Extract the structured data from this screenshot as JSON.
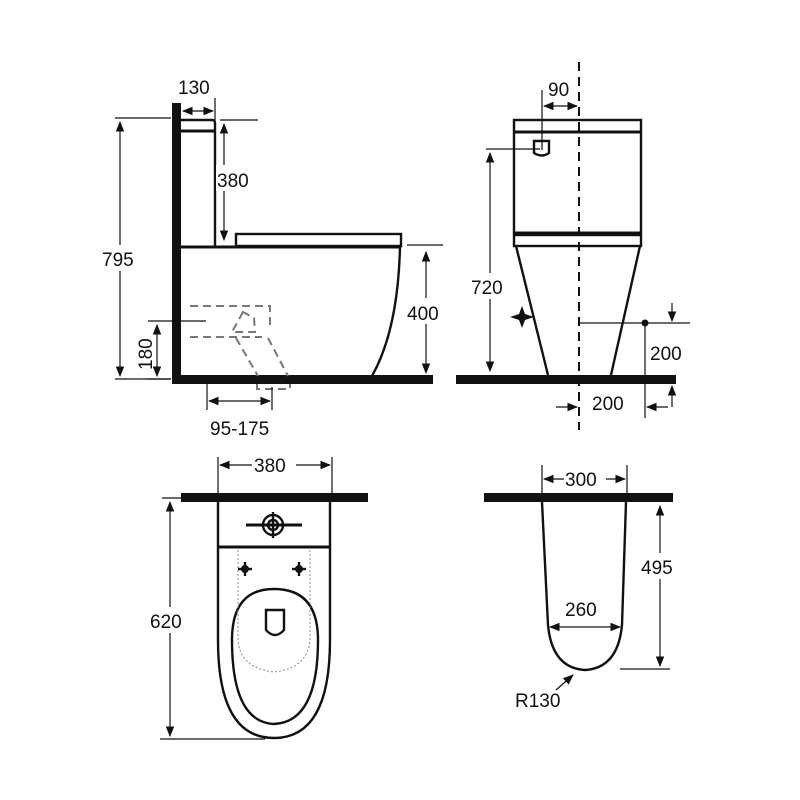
{
  "diagram": {
    "type": "technical-dimension-drawing",
    "subject": "close-coupled toilet with cistern",
    "units": "mm",
    "colors": {
      "line": "#111111",
      "hidden_line": "#777777",
      "background": "#ffffff"
    }
  },
  "views": {
    "side": {
      "name": "side elevation",
      "dims": {
        "wall_gap": "130",
        "cistern_height": "380",
        "total_height": "795",
        "seat_height": "400",
        "outlet_height": "180",
        "outlet_offset": "95-175"
      }
    },
    "front": {
      "name": "front elevation",
      "dims": {
        "button_offset": "90",
        "button_height": "720",
        "inlet_height": "200",
        "inlet_offset": "200"
      }
    },
    "top": {
      "name": "plan view",
      "dims": {
        "width": "380",
        "depth": "620"
      }
    },
    "footprint": {
      "name": "base footprint",
      "dims": {
        "back_width": "300",
        "depth": "495",
        "front_width": "260",
        "radius": "R130"
      }
    }
  }
}
